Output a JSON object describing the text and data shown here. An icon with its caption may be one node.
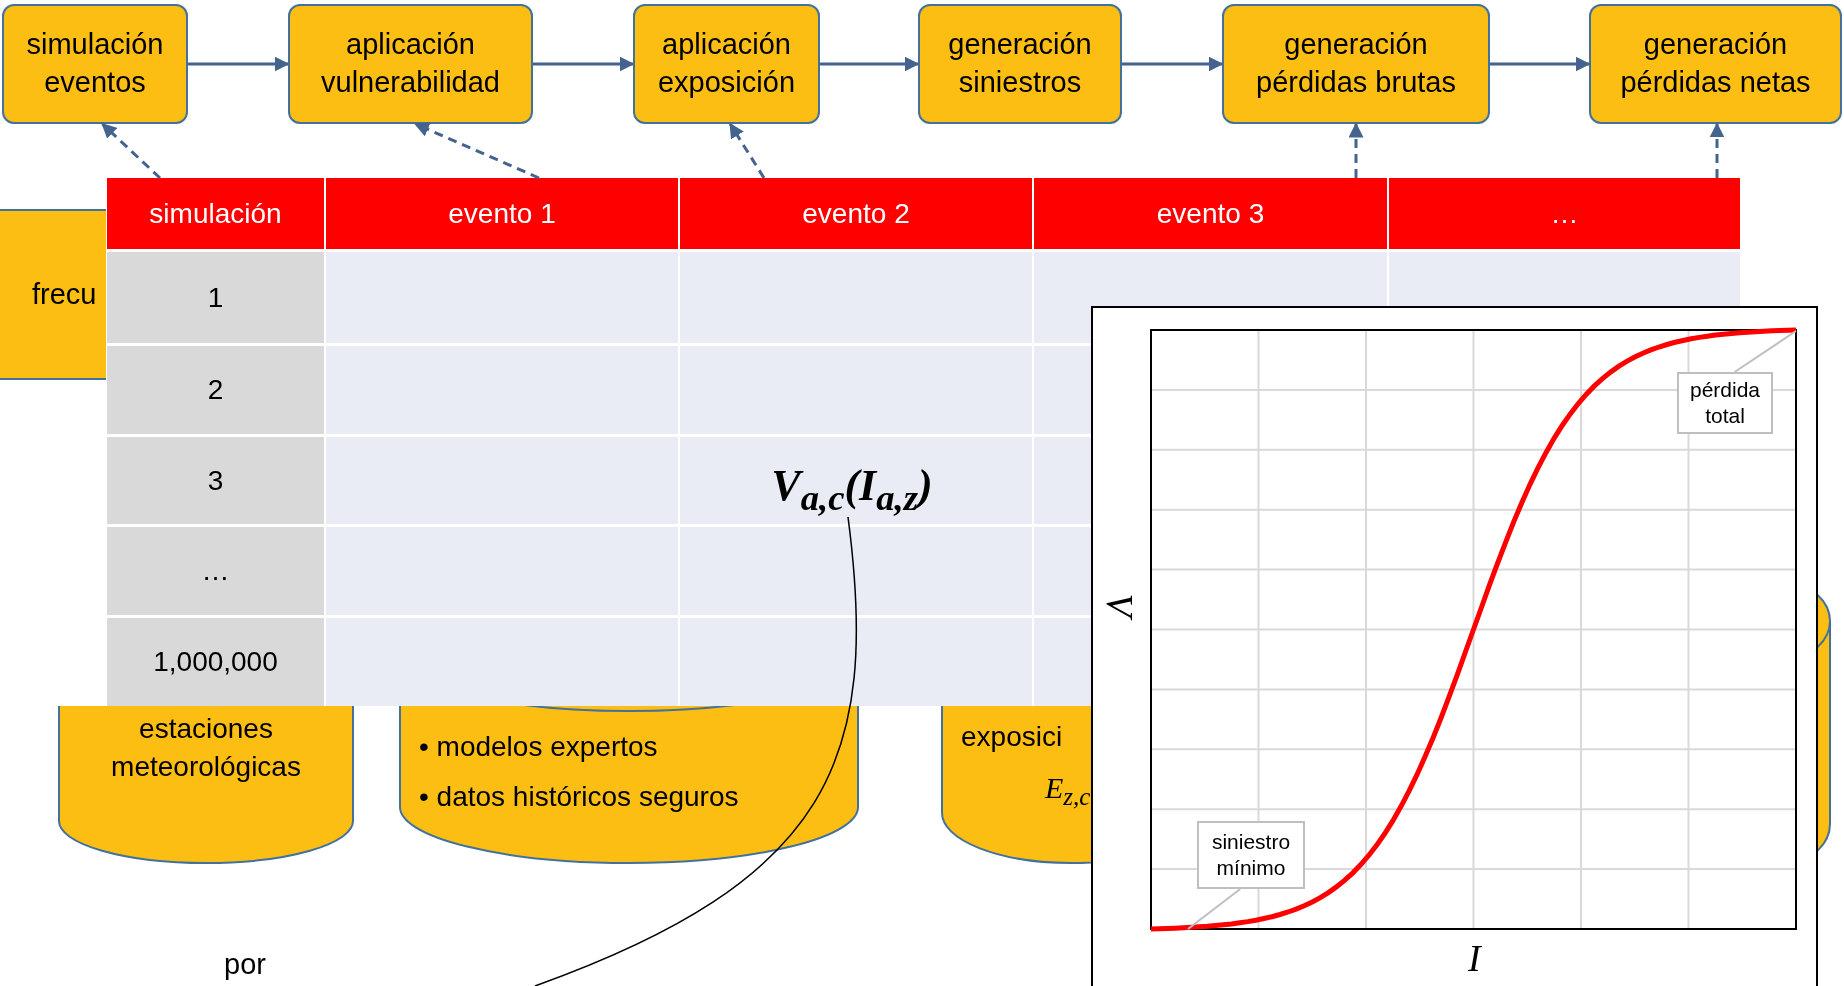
{
  "diagram": {
    "nodes": [
      {
        "text": [
          "simulación eventos"
        ]
      },
      {
        "text": [
          "aplicación vulnerabilidad"
        ]
      },
      {
        "text": [
          "aplicación exposición"
        ]
      },
      {
        "text": [
          "generación siniestros"
        ]
      },
      {
        "text": [
          "generación pérdidas brutas"
        ]
      },
      {
        "text": [
          "generación pérdidas netas"
        ]
      },
      {
        "text": [
          "frecu"
        ]
      },
      {
        "text": [
          "V$_{a,c}$(I$_{a,z}$)"
        ]
      },
      {
        "text": [
          "estaciones meteorológicas"
        ]
      },
      {
        "text": [
          "• modelos expertos",
          "• datos históricos seguros"
        ]
      },
      {
        "text": [
          "exposici",
          "E$_{z,c}$"
        ]
      },
      {
        "text": [],
        "shape": "cylinder"
      },
      {
        "text": [
          "pérdida total"
        ]
      },
      {
        "text": [
          "siniestro mínimo"
        ]
      },
      {
        "text": [
          "simulación"
        ]
      },
      {
        "text": [
          "evento 1"
        ]
      },
      {
        "text": [
          "evento 2"
        ]
      },
      {
        "text": [
          "evento 3"
        ]
      },
      {
        "text": [
          "…"
        ]
      }
    ],
    "edges": [
      {
        "from": 0,
        "to": 1,
        "arrow": "to"
      },
      {
        "from": 1,
        "to": 2,
        "arrow": "to"
      },
      {
        "from": 2,
        "to": 3,
        "arrow": "to"
      },
      {
        "from": 3,
        "to": 4,
        "arrow": "to"
      },
      {
        "from": 4,
        "to": 5,
        "arrow": "to"
      },
      {
        "from": 14,
        "to": 0,
        "arrow": "to",
        "style": "dashed"
      },
      {
        "from": 15,
        "to": 1,
        "arrow": "to",
        "style": "dashed"
      },
      {
        "from": 16,
        "to": 2,
        "arrow": "to",
        "style": "dashed"
      },
      {
        "from": 17,
        "to": 4,
        "arrow": "to",
        "style": "dashed"
      },
      {
        "from": 18,
        "to": 5,
        "arrow": "to",
        "style": "dashed"
      },
      {
        "from": 7,
        "to": null,
        "arrow": "none",
        "color": "#000000"
      },
      {
        "from": 12,
        "to": null,
        "arrow": "none",
        "color": "#bfbfbf"
      },
      {
        "from": 13,
        "to": null,
        "arrow": "none",
        "color": "#bfbfbf"
      }
    ],
    "labels": [
      "1",
      "2",
      "3",
      "…",
      "1,000,000",
      "V",
      "I",
      "por"
    ]
  }
}
